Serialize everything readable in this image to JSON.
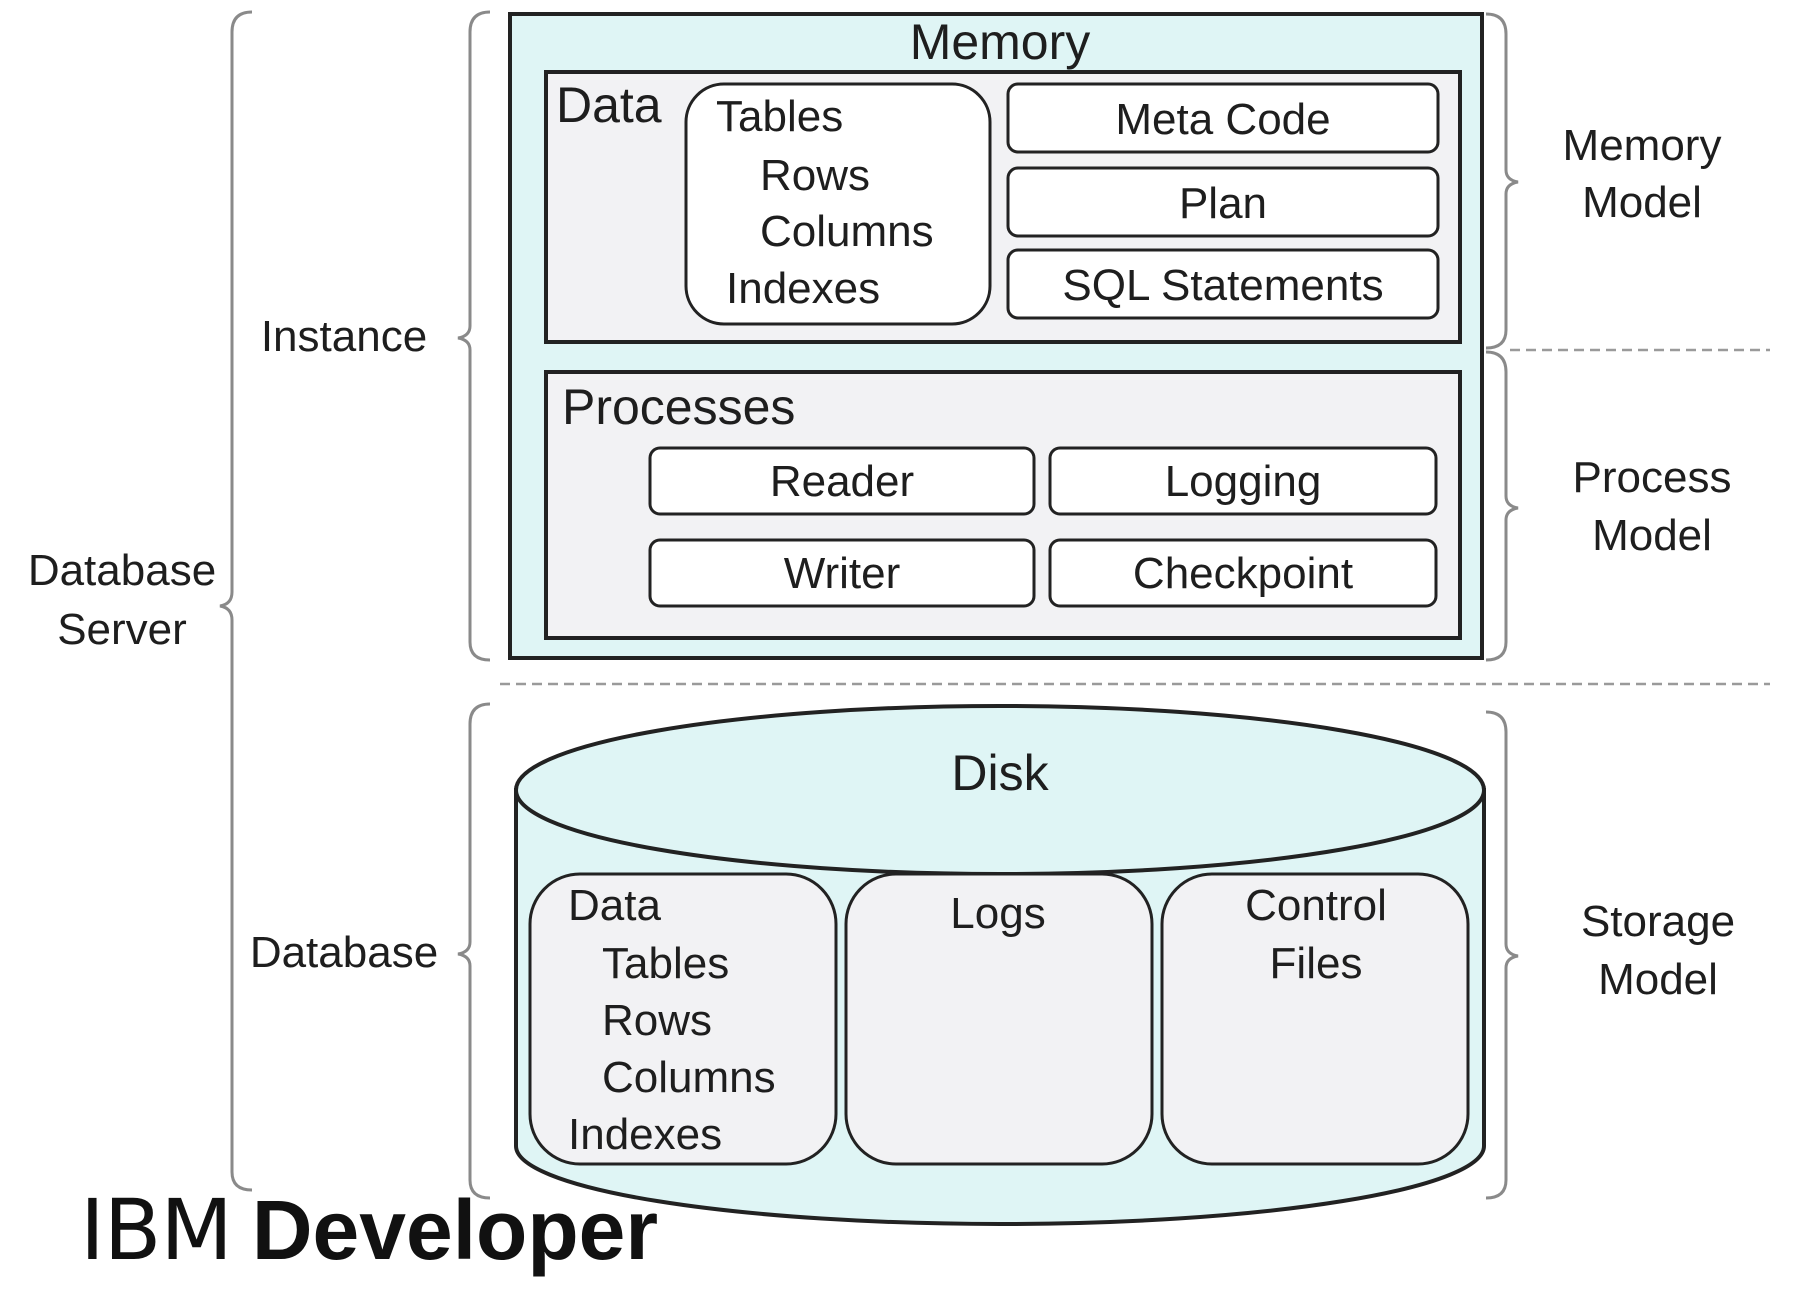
{
  "levels": {
    "database_server": [
      "Database",
      "Server"
    ],
    "instance": "Instance",
    "database": "Database"
  },
  "memory": {
    "title": "Memory",
    "data": {
      "label": "Data",
      "items": [
        "Tables",
        "Rows",
        "Columns",
        "Indexes"
      ]
    },
    "caches": [
      "Meta Code",
      "Plan",
      "SQL Statements"
    ]
  },
  "processes": {
    "title": "Processes",
    "items": [
      "Reader",
      "Logging",
      "Writer",
      "Checkpoint"
    ]
  },
  "disk": {
    "title": "Disk",
    "data": {
      "label": "Data",
      "items": [
        "Tables",
        "Rows",
        "Columns",
        "Indexes"
      ]
    },
    "logs": "Logs",
    "control_files": [
      "Control",
      "Files"
    ]
  },
  "models": {
    "memory": [
      "Memory",
      "Model"
    ],
    "process": [
      "Process",
      "Model"
    ],
    "storage": [
      "Storage",
      "Model"
    ]
  },
  "brand": {
    "light": "IBM",
    "bold": "Developer"
  },
  "colors": {
    "fill_teal": "#dff5f5",
    "panel_grey": "#f2f2f4",
    "stroke": "#222222",
    "bracket_grey": "#8a8a8a"
  }
}
